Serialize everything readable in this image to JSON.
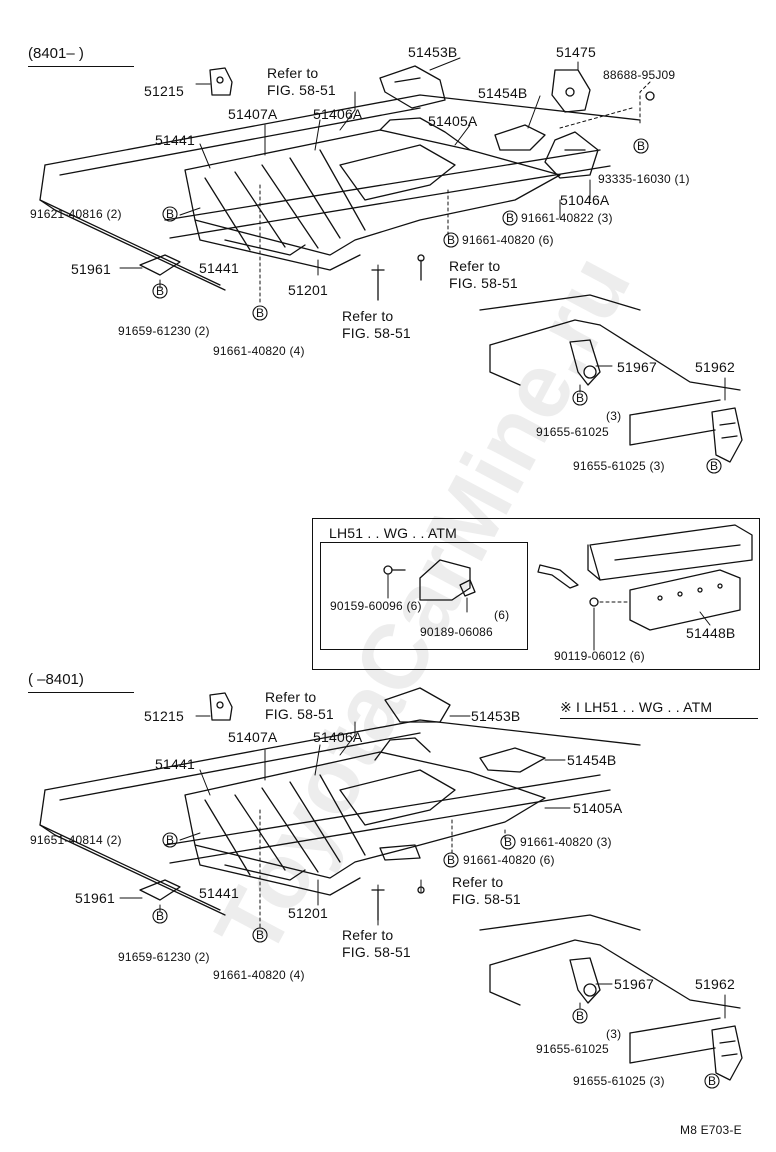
{
  "top": {
    "header": "(8401–     )",
    "labels": {
      "p51453B": "51453B",
      "p51475": "51475",
      "p88688": "88688-95J09",
      "p51215": "51215",
      "refer1a": "Refer to",
      "refer1b": "FIG. 58-51",
      "p51454B": "51454B",
      "p51407A": "51407A",
      "p51406A": "51406A",
      "p51405A": "51405A",
      "p51441a": "51441",
      "p93335": "93335-16030 (1)",
      "p91621": "91621-40816 (2)",
      "p51046A": "51046A",
      "p91661_40822": "91661-40822 (3)",
      "p91661_40820_6": "91661-40820 (6)",
      "p51961": "51961",
      "p51441b": "51441",
      "p51201": "51201",
      "refer2a": "Refer to",
      "refer2b": "FIG. 58-51",
      "refer3a": "Refer to",
      "refer3b": "FIG. 58-51",
      "p91659": "91659-61230 (2)",
      "p91661_40820_4": "91661-40820 (4)",
      "p51967": "51967",
      "p51962": "51962",
      "qty3": "(3)",
      "p91655a": "91655-61025",
      "p91655b": "91655-61025 (3)"
    }
  },
  "inset": {
    "title": "LH51 . . WG . . ATM",
    "labels": {
      "p90159": "90159-60096 (6)",
      "qty6": "(6)",
      "p90189": "90189-06086",
      "p90119": "90119-06012 (6)",
      "p51448B": "51448B"
    }
  },
  "bottom": {
    "header": "(     –8401)",
    "note": "※ I LH51 . . WG . . ATM",
    "labels": {
      "p51215": "51215",
      "refer1a": "Refer to",
      "refer1b": "FIG. 58-51",
      "p51453B": "51453B",
      "p51407A": "51407A",
      "p51406A": "51406A",
      "p51441a": "51441",
      "p51454B": "51454B",
      "p51405A": "51405A",
      "p91651": "91651-40814 (2)",
      "p91661_40820_3": "91661-40820 (3)",
      "p91661_40820_6": "91661-40820 (6)",
      "refer2a": "Refer to",
      "refer2b": "FIG. 58-51",
      "p51961": "51961",
      "p51441b": "51441",
      "p51201": "51201",
      "refer3a": "Refer to",
      "refer3b": "FIG. 58-51",
      "p91659": "91659-61230 (2)",
      "p91661_40820_4": "91661-40820 (4)",
      "p51967": "51967",
      "p51962": "51962",
      "qty3": "(3)",
      "p91655a": "91655-61025",
      "p91655b": "91655-61025 (3)"
    }
  },
  "footer": {
    "code": "M8   E703-E"
  },
  "watermark": "ToyotaCarMine.ru"
}
